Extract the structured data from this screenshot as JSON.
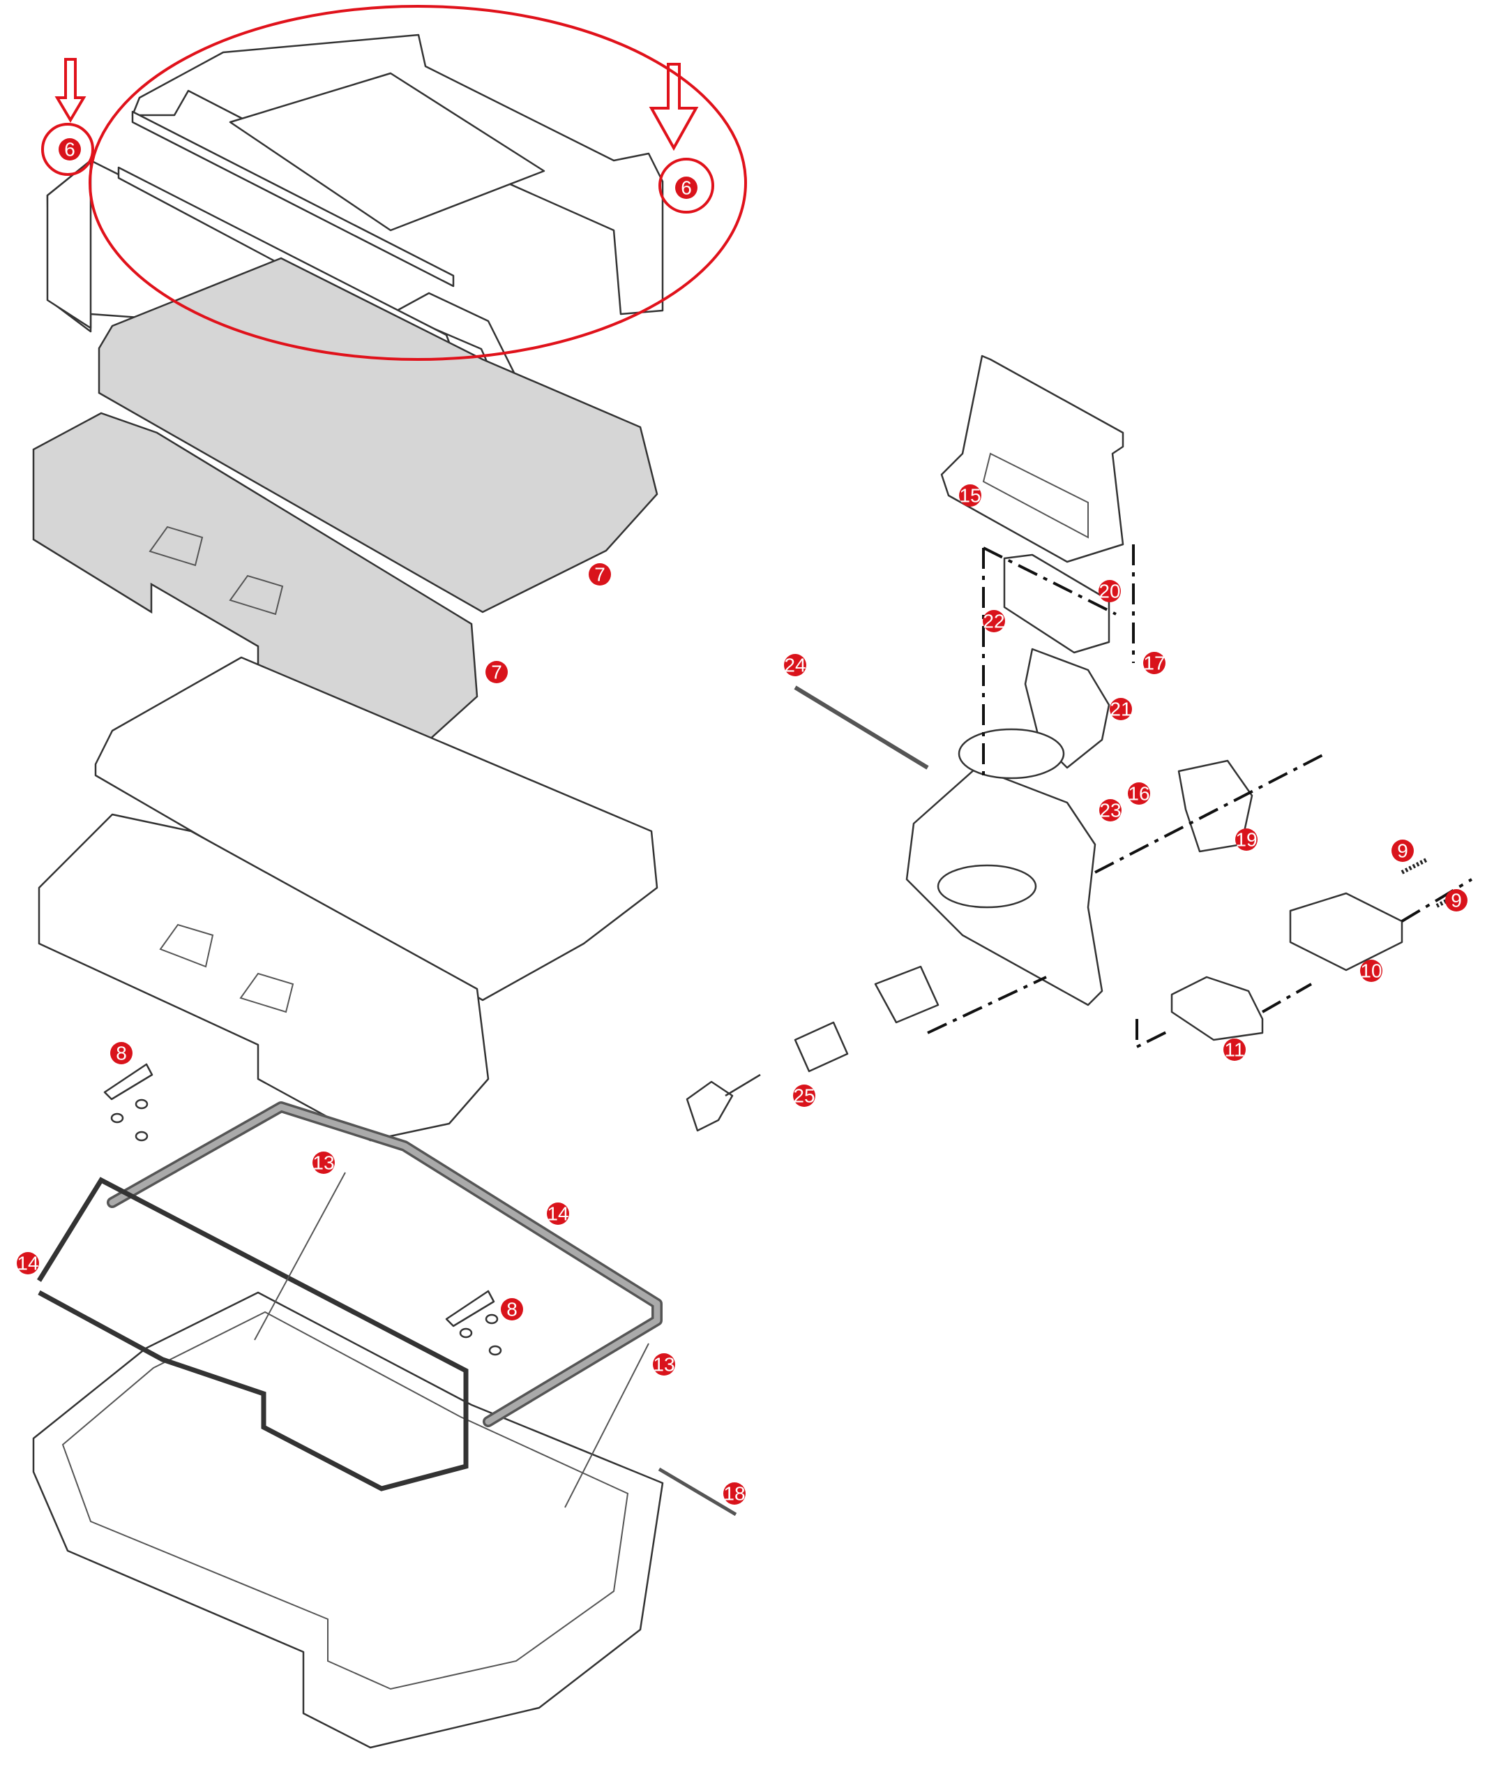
{
  "diagram": {
    "type": "exploded-parts-diagram",
    "highlight_color": "#e0121b",
    "callout_color": "#d9131b"
  },
  "callouts": {
    "c6a": "6",
    "c6b": "6",
    "c7a": "7",
    "c7b": "7",
    "c8a": "8",
    "c8b": "8",
    "c9a": "9",
    "c9b": "9",
    "c10": "10",
    "c11": "11",
    "c13a": "13",
    "c13b": "13",
    "c14a": "14",
    "c14b": "14",
    "c15": "15",
    "c16": "16",
    "c17": "17",
    "c18": "18",
    "c19": "19",
    "c20": "20",
    "c21": "21",
    "c22": "22",
    "c23": "23",
    "c24": "24",
    "c25": "25"
  }
}
